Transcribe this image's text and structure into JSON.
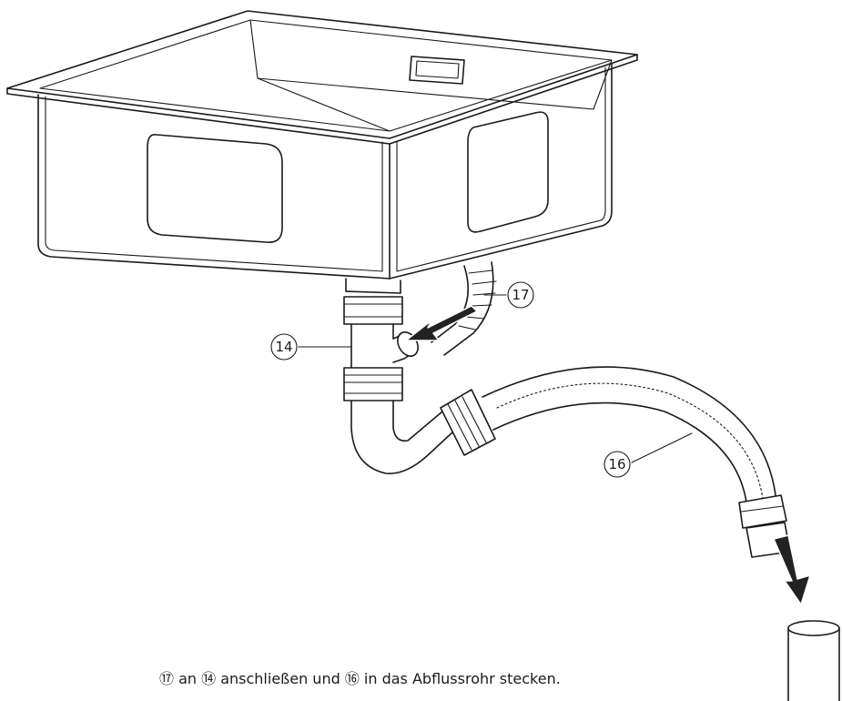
{
  "callouts": {
    "drain_hose": "17",
    "siphon_body": "14",
    "outlet_hose": "16"
  },
  "caption": "⑰ an ⑭ anschließen und ⑯ in das Abflussrohr stecken.",
  "colors": {
    "line": "#1a1a1a",
    "arrow": "#222222",
    "background": "#ffffff"
  }
}
